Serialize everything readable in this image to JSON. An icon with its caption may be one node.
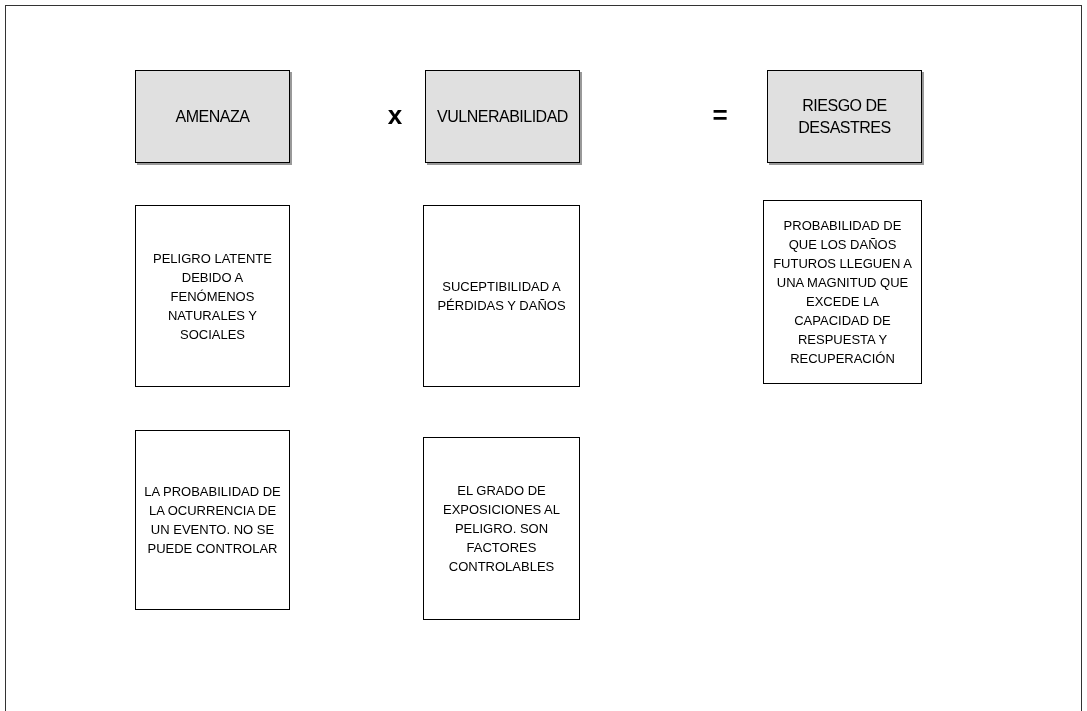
{
  "diagram": {
    "nodes": [
      {
        "text": [
          "AMENAZA"
        ]
      },
      {
        "text": [
          "VULNERABILIDAD"
        ]
      },
      {
        "text": [
          "RIESGO DE DESASTRES"
        ]
      },
      {
        "text": [
          "PELIGRO LATENTE DEBIDO A FENÓMENOS NATURALES Y SOCIALES"
        ]
      },
      {
        "text": [
          "SUCEPTIBILIDAD A PÉRDIDAS Y DAÑOS"
        ]
      },
      {
        "text": [
          "PROBABILIDAD DE QUE LOS DAÑOS FUTUROS LLEGUEN A UNA MAGNITUD QUE EXCEDE LA CAPACIDAD DE RESPUESTA Y RECUPERACIÓN"
        ]
      },
      {
        "text": [
          "LA PROBABILIDAD DE LA OCURRENCIA DE UN EVENTO. NO SE PUEDE CONTROLAR"
        ]
      },
      {
        "text": [
          "EL GRADO DE EXPOSICIONES AL PELIGRO. SON FACTORES CONTROLABLES"
        ]
      }
    ],
    "labels": [
      "x",
      "="
    ]
  }
}
